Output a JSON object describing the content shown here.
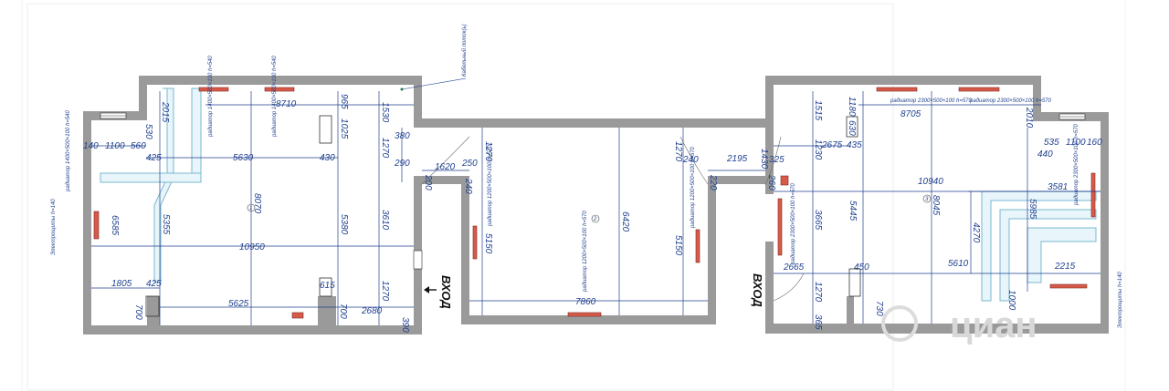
{
  "labels": {
    "entrance": "ВХОД",
    "cable_channel": "Кабельный лоток(ь)",
    "electric_left": "Электрощиты h=140",
    "electric_right": "Электрощиты h=140",
    "watermark": "циан"
  },
  "radiators": {
    "r1": "радиатор 1400×500×100 h=540",
    "r2": "радиатор 1400×500×100 h=540",
    "r3": "радиатор 1200×500×100 h=570",
    "r4": "радиатор 1200×500×100 h=570",
    "r5": "радиатор 1200×500×100 h=570",
    "r6": "радиатор 2300×500×100 h=570",
    "r7": "радиатор 2300×500×100 h=570",
    "r8": "радиатор 2300×500×100 h=570",
    "r9": "радиатор 2300×500×100 h=570",
    "r10": "радиатор 1400×500×100 h=540"
  },
  "dims": {
    "d_8710": "8710",
    "d_965": "965",
    "d_1530": "1530",
    "d_2015": "2015",
    "d_530": "530",
    "d_140": "140",
    "d_1100": "1100",
    "d_560": "560",
    "d_425a": "425",
    "d_5630": "5630",
    "d_430": "430",
    "d_1025": "1025",
    "d_1270a": "1270",
    "d_290": "290",
    "d_380": "380",
    "d_1620": "1620",
    "d_250": "250",
    "d_200a": "200",
    "d_240a": "240",
    "d_8070": "8070",
    "d_5380": "5380",
    "d_3610": "3610",
    "d_5355": "5355",
    "d_6585": "6585",
    "d_10950": "10950",
    "d_1805": "1805",
    "d_425b": "425",
    "d_5625": "5625",
    "d_615": "615",
    "d_1270b": "1270",
    "d_700a": "700",
    "d_700b": "700",
    "d_2680": "2680",
    "d_390": "390",
    "d_1270c": "1270",
    "d_5150a": "5150",
    "d_6420": "6420",
    "d_7860": "7860",
    "d_1270d": "1270",
    "d_5150b": "5150",
    "d_240b": "240",
    "d_2195": "2195",
    "d_220": "220",
    "d_1430": "1430",
    "d_325": "325",
    "d_260": "260",
    "d_1515": "1515",
    "d_1180": "1180",
    "d_8705": "8705",
    "d_2010": "2010",
    "d_2675": "2675",
    "d_630": "630",
    "d_435": "435",
    "d_1230": "1230",
    "d_10940": "10940",
    "d_535": "535",
    "d_1100b": "1100",
    "d_160": "160",
    "d_440": "440",
    "d_3581": "3581",
    "d_3665": "3665",
    "d_5445": "5445",
    "d_8045": "8045",
    "d_5985": "5985",
    "d_4270": "4270",
    "d_2665": "2665",
    "d_450": "450",
    "d_5610": "5610",
    "d_2215": "2215",
    "d_1270e": "1270",
    "d_1000": "1000",
    "d_730": "730",
    "d_365": "365"
  },
  "rooms": {
    "room1": "1",
    "room2": "2",
    "room3": "3"
  }
}
